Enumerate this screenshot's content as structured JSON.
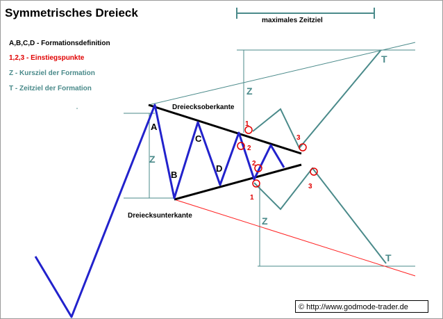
{
  "title": "Symmetrisches Dreieck",
  "time_target_label": "maximales Zeitziel",
  "legend": [
    {
      "text": "A,B,C,D - Formationsdefinition",
      "color": "#000000"
    },
    {
      "text": "1,2,3 - Einstiegspunkte",
      "color": "#e00000"
    },
    {
      "text": "Z - Kursziel der Formation",
      "color": "#4a8a8a"
    },
    {
      "text": "T - Zeitziel der Formation",
      "color": "#4a8a8a"
    }
  ],
  "labels": {
    "upper_edge": "Dreiecksoberkante",
    "lower_edge": "Dreiecksunterkante"
  },
  "points": {
    "a": "A",
    "b": "B",
    "c": "C",
    "d": "D"
  },
  "targets": {
    "z_left": "Z",
    "z_upper": "Z",
    "z_lower": "Z",
    "t_upper": "T",
    "t_lower": "T"
  },
  "entry_points": {
    "up_1": "1",
    "up_2": "2",
    "up_3": "3",
    "down_1": "1",
    "down_2": "2",
    "down_3": "3"
  },
  "credit": "© http://www.godmode-trader.de",
  "colors": {
    "price": "#2222cc",
    "scenario": "#4a8a8a",
    "projection_down": "#ff2020",
    "entry": "#e00000"
  }
}
